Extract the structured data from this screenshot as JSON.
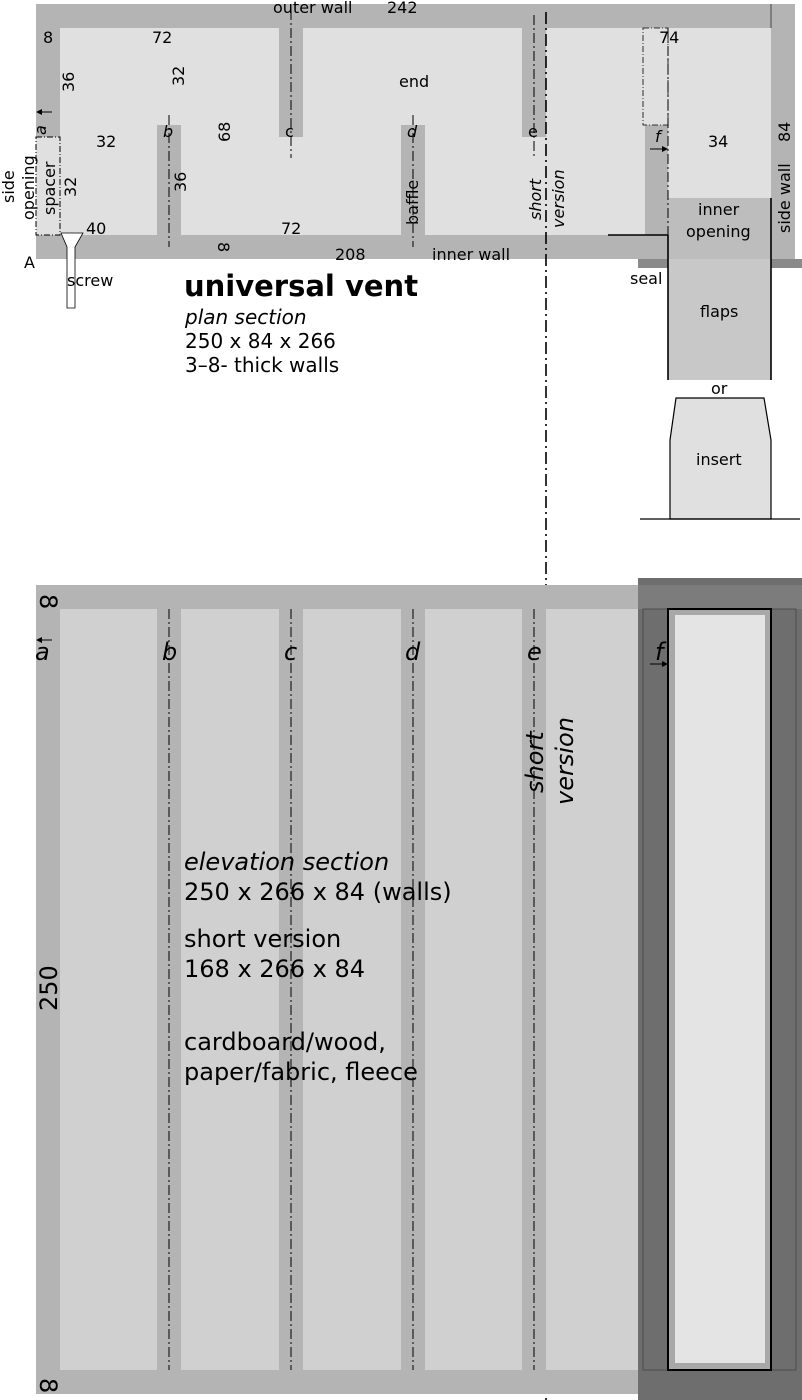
{
  "plan": {
    "title": "universal vent",
    "subtitle": "plan section",
    "dims": "250 x 84 x 266",
    "walls": "3–8- thick walls",
    "labels": {
      "outer_wall": "outer wall",
      "inner_wall": "inner wall",
      "side_wall": "side wall",
      "side": "side",
      "opening": "opening",
      "spacer": "spacer",
      "screw": "screw",
      "end": "end",
      "baffle": "baffle",
      "short": "short",
      "version": "version",
      "inner": "inner",
      "inner_opening": "opening",
      "seal": "seal",
      "flaps": "flaps",
      "or": "or",
      "insert": "insert",
      "corner_A": "A"
    },
    "markers": {
      "a": "a",
      "b": "b",
      "c": "c",
      "d": "d",
      "e": "e",
      "f": "f"
    },
    "dimensions": {
      "d8_top": "8",
      "d72_top": "72",
      "d242": "242",
      "d74": "74",
      "d36_left": "36",
      "d32_v": "32",
      "d32_h": "32",
      "d68": "68",
      "d36_b": "36",
      "d32_spacer": "32",
      "d40": "40",
      "d72_bot": "72",
      "d8_bot": "8",
      "d208": "208",
      "d34": "34",
      "d84": "84"
    }
  },
  "elevation": {
    "title": "elevation section",
    "dims": "250 x 266 x 84 (walls)",
    "short_title": "short version",
    "short_dims": "168 x 266 x 84",
    "materials_1": "cardboard/wood,",
    "materials_2": "paper/fabric, fleece",
    "d8_top": "8",
    "d8_bot": "8",
    "d250": "250",
    "short": "short",
    "version": "version",
    "markers": {
      "a": "a",
      "b": "b",
      "c": "c",
      "d": "d",
      "e": "e",
      "f": "f"
    }
  }
}
